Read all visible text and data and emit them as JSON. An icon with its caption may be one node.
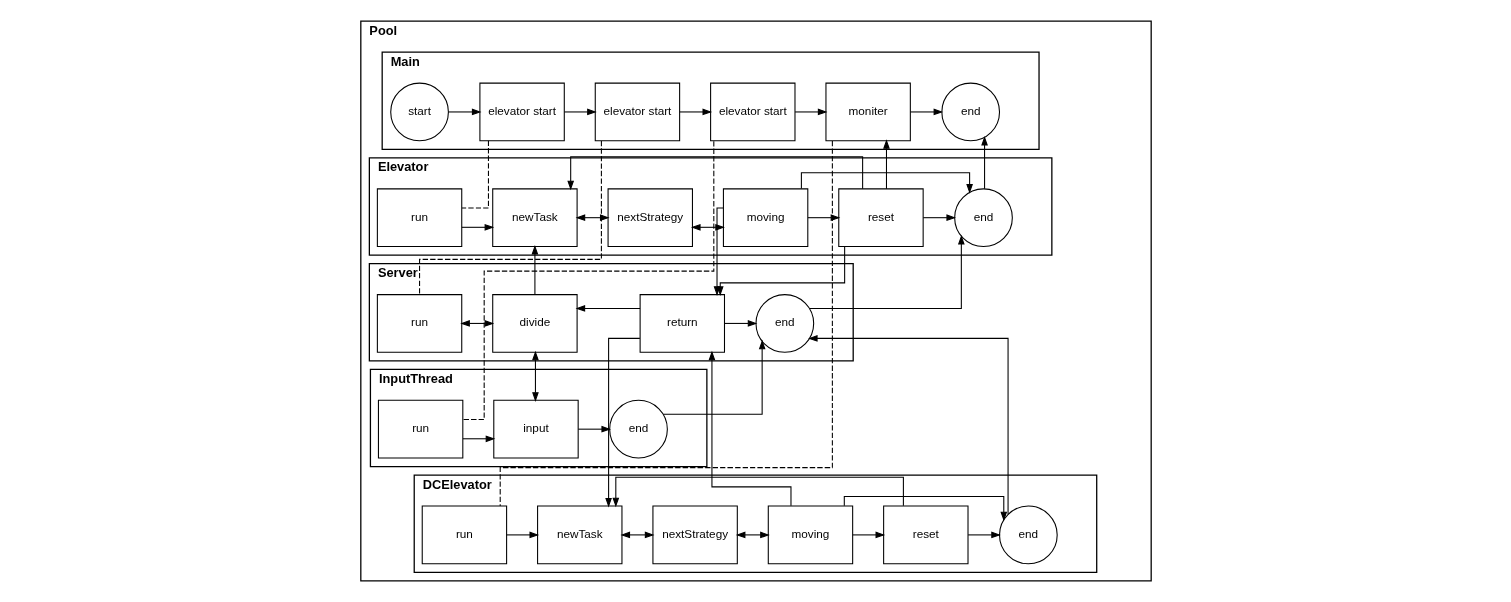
{
  "diagram": {
    "nodes": [
      {
        "text": [
          "Pool"
        ]
      },
      {
        "text": [
          "Main"
        ],
        "in": 0
      },
      {
        "text": [
          "start"
        ],
        "in": 1
      },
      {
        "text": [
          "elevator start"
        ],
        "in": 1
      },
      {
        "text": [
          "elevator start"
        ],
        "in": 1
      },
      {
        "text": [
          "elevator start"
        ],
        "in": 1
      },
      {
        "text": [
          "moniter"
        ],
        "in": 1
      },
      {
        "text": [
          "end"
        ],
        "in": 1
      },
      {
        "text": [
          "Elevator"
        ],
        "in": 0
      },
      {
        "text": [
          "run"
        ],
        "in": 8
      },
      {
        "text": [
          "newTask"
        ],
        "in": 8
      },
      {
        "text": [
          "nextStrategy"
        ],
        "in": 8
      },
      {
        "text": [
          "moving"
        ],
        "in": 8
      },
      {
        "text": [
          "reset"
        ],
        "in": 8
      },
      {
        "text": [
          "end"
        ],
        "in": 8
      },
      {
        "text": [
          "Server"
        ],
        "in": 0
      },
      {
        "text": [
          "run"
        ],
        "in": 15
      },
      {
        "text": [
          "divide"
        ],
        "in": 15
      },
      {
        "text": [
          "return"
        ],
        "in": 15
      },
      {
        "text": [
          "end"
        ],
        "in": 15
      },
      {
        "text": [
          "InputThread"
        ],
        "in": 0
      },
      {
        "text": [
          "run"
        ],
        "in": 20
      },
      {
        "text": [
          "input"
        ],
        "in": 20
      },
      {
        "text": [
          "end"
        ],
        "in": 20
      },
      {
        "text": [
          "DCElevator"
        ],
        "in": 0
      },
      {
        "text": [
          "run"
        ],
        "in": 24
      },
      {
        "text": [
          "newTask"
        ],
        "in": 24
      },
      {
        "text": [
          "nextStrategy"
        ],
        "in": 24
      },
      {
        "text": [
          "moving"
        ],
        "in": 24
      },
      {
        "text": [
          "reset"
        ],
        "in": 24
      },
      {
        "text": [
          "end"
        ],
        "in": 24
      }
    ],
    "edges": [
      {
        "from": 2,
        "to": 3,
        "arrow": "to"
      },
      {
        "from": 3,
        "to": 4,
        "arrow": "to"
      },
      {
        "from": 4,
        "to": 5,
        "arrow": "to"
      },
      {
        "from": 5,
        "to": 6,
        "arrow": "to"
      },
      {
        "from": 6,
        "to": 7,
        "arrow": "to"
      },
      {
        "from": 3,
        "to": 9,
        "arrow": "none",
        "style": "dashed"
      },
      {
        "from": 4,
        "to": 16,
        "arrow": "none",
        "style": "dashed"
      },
      {
        "from": 5,
        "to": 21,
        "arrow": "none",
        "style": "dashed"
      },
      {
        "from": 6,
        "to": 25,
        "arrow": "none",
        "style": "dashed"
      },
      {
        "from": 13,
        "to": 6,
        "arrow": "to"
      },
      {
        "from": 13,
        "to": 10,
        "arrow": "to"
      },
      {
        "from": 9,
        "to": 10,
        "arrow": "to"
      },
      {
        "from": 10,
        "to": 11,
        "arrow": "both"
      },
      {
        "from": 11,
        "to": 12,
        "arrow": "both"
      },
      {
        "from": 12,
        "to": 13,
        "arrow": "to"
      },
      {
        "from": 13,
        "to": 14,
        "arrow": "to"
      },
      {
        "from": 12,
        "to": 14,
        "arrow": "to"
      },
      {
        "from": 13,
        "to": 18,
        "arrow": "to"
      },
      {
        "from": 12,
        "to": 18,
        "arrow": "to"
      },
      {
        "from": 14,
        "to": 7,
        "arrow": "to"
      },
      {
        "from": 17,
        "to": 10,
        "arrow": "to"
      },
      {
        "from": 16,
        "to": 17,
        "arrow": "both"
      },
      {
        "from": 18,
        "to": 17,
        "arrow": "to"
      },
      {
        "from": 18,
        "to": 26,
        "arrow": "to"
      },
      {
        "from": 18,
        "to": 19,
        "arrow": "to"
      },
      {
        "from": 19,
        "to": 14,
        "arrow": "to"
      },
      {
        "from": 17,
        "to": 22,
        "arrow": "both"
      },
      {
        "from": 21,
        "to": 22,
        "arrow": "to"
      },
      {
        "from": 22,
        "to": 23,
        "arrow": "to"
      },
      {
        "from": 23,
        "to": 19,
        "arrow": "to"
      },
      {
        "from": 28,
        "to": 18,
        "arrow": "to"
      },
      {
        "from": 29,
        "to": 26,
        "arrow": "to"
      },
      {
        "from": 25,
        "to": 26,
        "arrow": "to"
      },
      {
        "from": 26,
        "to": 27,
        "arrow": "both"
      },
      {
        "from": 27,
        "to": 28,
        "arrow": "both"
      },
      {
        "from": 28,
        "to": 29,
        "arrow": "to"
      },
      {
        "from": 29,
        "to": 30,
        "arrow": "to"
      },
      {
        "from": 28,
        "to": 30,
        "arrow": "to"
      },
      {
        "from": 30,
        "to": 19,
        "arrow": "to"
      }
    ]
  }
}
